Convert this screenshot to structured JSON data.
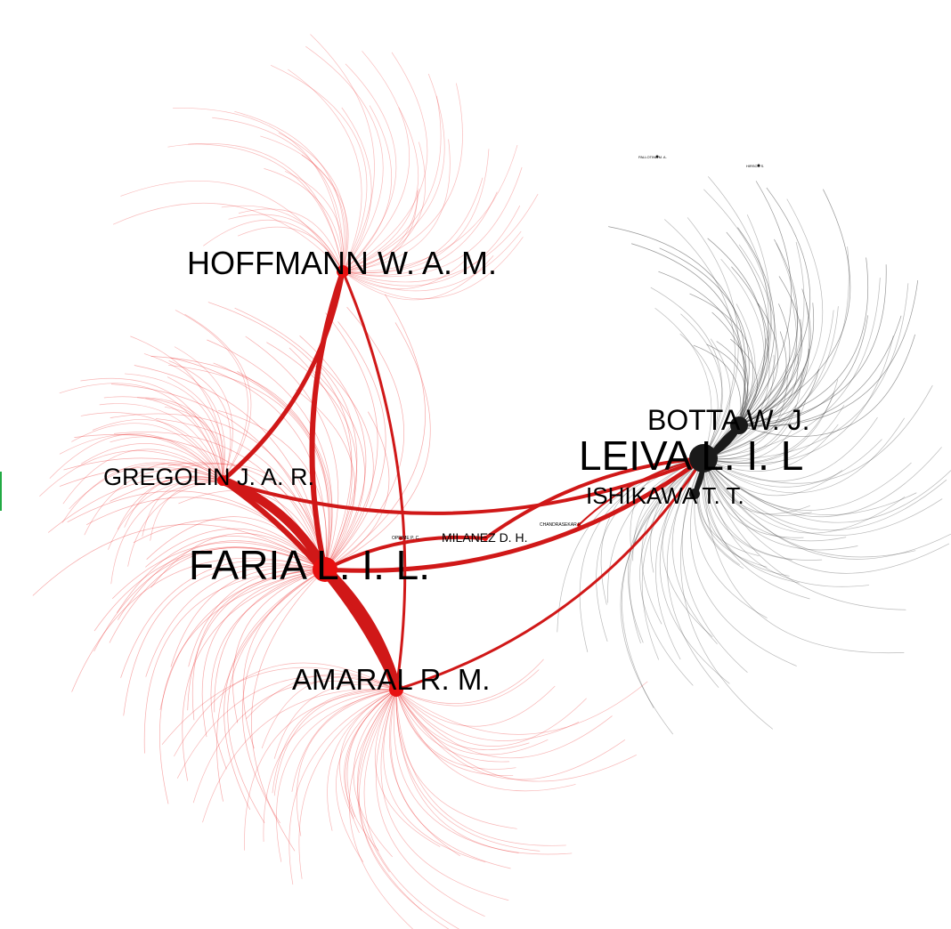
{
  "colors": {
    "faria_cluster": "#e81010",
    "leiva_cluster": "#1a1a1a",
    "bridge_edge": "#d01818",
    "selection_marker": "#22aa44"
  },
  "network": {
    "type": "co-authorship network",
    "nodes": [
      {
        "id": "faria",
        "label": "FARIA L. I. L.",
        "cluster": "red",
        "degree_rank": 1
      },
      {
        "id": "leiva",
        "label": "LEIVA L. I. L",
        "cluster": "black",
        "degree_rank": 2
      },
      {
        "id": "hoffmann",
        "label": "HOFFMANN W. A. M.",
        "cluster": "red",
        "degree_rank": 3
      },
      {
        "id": "amaral",
        "label": "AMARAL R. M.",
        "cluster": "red",
        "degree_rank": 4
      },
      {
        "id": "gregolin",
        "label": "GREGOLIN J. A. R.",
        "cluster": "red",
        "degree_rank": 5
      },
      {
        "id": "botta",
        "label": "BOTTA W. J.",
        "cluster": "black",
        "degree_rank": 6
      },
      {
        "id": "ishikawa",
        "label": "ISHIKAWA T. T.",
        "cluster": "black",
        "degree_rank": 7
      },
      {
        "id": "milanez",
        "label": "MILANEZ D. H.",
        "cluster": "red",
        "degree_rank": 8
      },
      {
        "id": "chandrasekar",
        "label": "CHANDRASEKAR F.",
        "cluster": "red",
        "degree_rank": 9
      },
      {
        "id": "oprime",
        "label": "OPRIME P. C.",
        "cluster": "red",
        "degree_rank": 10
      },
      {
        "id": "pallotina",
        "label": "PALLOTINA M. A.",
        "cluster": "black",
        "degree_rank": 11
      },
      {
        "id": "hsmall",
        "label": "HIRSCH S.",
        "cluster": "black",
        "degree_rank": 12
      }
    ],
    "edges": [
      [
        "faria",
        "hoffmann"
      ],
      [
        "faria",
        "gregolin"
      ],
      [
        "faria",
        "amaral"
      ],
      [
        "faria",
        "leiva"
      ],
      [
        "faria",
        "milanez"
      ],
      [
        "gregolin",
        "hoffmann"
      ],
      [
        "gregolin",
        "amaral"
      ],
      [
        "gregolin",
        "leiva"
      ],
      [
        "hoffmann",
        "amaral"
      ],
      [
        "amaral",
        "leiva"
      ],
      [
        "milanez",
        "leiva"
      ],
      [
        "leiva",
        "botta"
      ],
      [
        "leiva",
        "ishikawa"
      ],
      [
        "botta",
        "ishikawa"
      ],
      [
        "chandrasekar",
        "leiva"
      ]
    ]
  }
}
